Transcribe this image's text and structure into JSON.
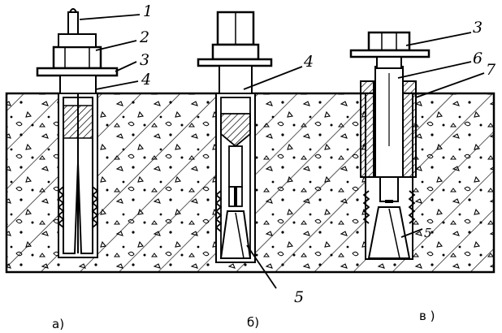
{
  "diagram": {
    "background": "#ffffff",
    "ink": "#000000",
    "captions": {
      "a": "а)",
      "b": "б)",
      "v": "в )"
    },
    "callouts": {
      "n1": "1",
      "n2": "2",
      "n3_left": "3",
      "n4_left": "4",
      "n4_mid": "4",
      "n5": "5",
      "n3_right": "3",
      "n6": "6",
      "n7": "7",
      "n5_right": "5"
    }
  }
}
